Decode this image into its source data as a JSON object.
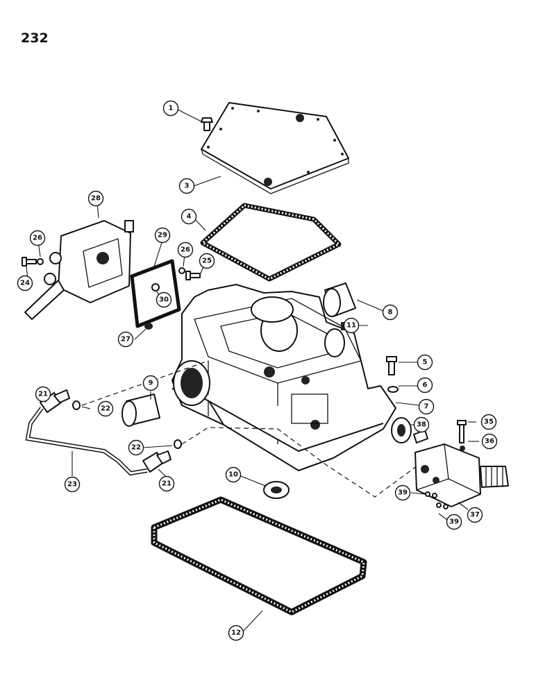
{
  "page": {
    "number": "232"
  },
  "callouts": [
    {
      "id": "c1",
      "label": "1"
    },
    {
      "id": "c3",
      "label": "3"
    },
    {
      "id": "c4",
      "label": "4"
    },
    {
      "id": "c5",
      "label": "5"
    },
    {
      "id": "c6",
      "label": "6"
    },
    {
      "id": "c7",
      "label": "7"
    },
    {
      "id": "c8",
      "label": "8"
    },
    {
      "id": "c9",
      "label": "9"
    },
    {
      "id": "c10",
      "label": "10"
    },
    {
      "id": "c11",
      "label": "11"
    },
    {
      "id": "c12",
      "label": "12"
    },
    {
      "id": "c21a",
      "label": "21"
    },
    {
      "id": "c21b",
      "label": "21"
    },
    {
      "id": "c22a",
      "label": "22"
    },
    {
      "id": "c22b",
      "label": "22"
    },
    {
      "id": "c23",
      "label": "23"
    },
    {
      "id": "c24",
      "label": "24"
    },
    {
      "id": "c25",
      "label": "25"
    },
    {
      "id": "c26a",
      "label": "26"
    },
    {
      "id": "c26b",
      "label": "26"
    },
    {
      "id": "c27",
      "label": "27"
    },
    {
      "id": "c28",
      "label": "28"
    },
    {
      "id": "c29",
      "label": "29"
    },
    {
      "id": "c30",
      "label": "30"
    },
    {
      "id": "c35",
      "label": "35"
    },
    {
      "id": "c36",
      "label": "36"
    },
    {
      "id": "c37",
      "label": "37"
    },
    {
      "id": "c38",
      "label": "38"
    },
    {
      "id": "c39a",
      "label": "39"
    },
    {
      "id": "c39b",
      "label": "39"
    }
  ]
}
